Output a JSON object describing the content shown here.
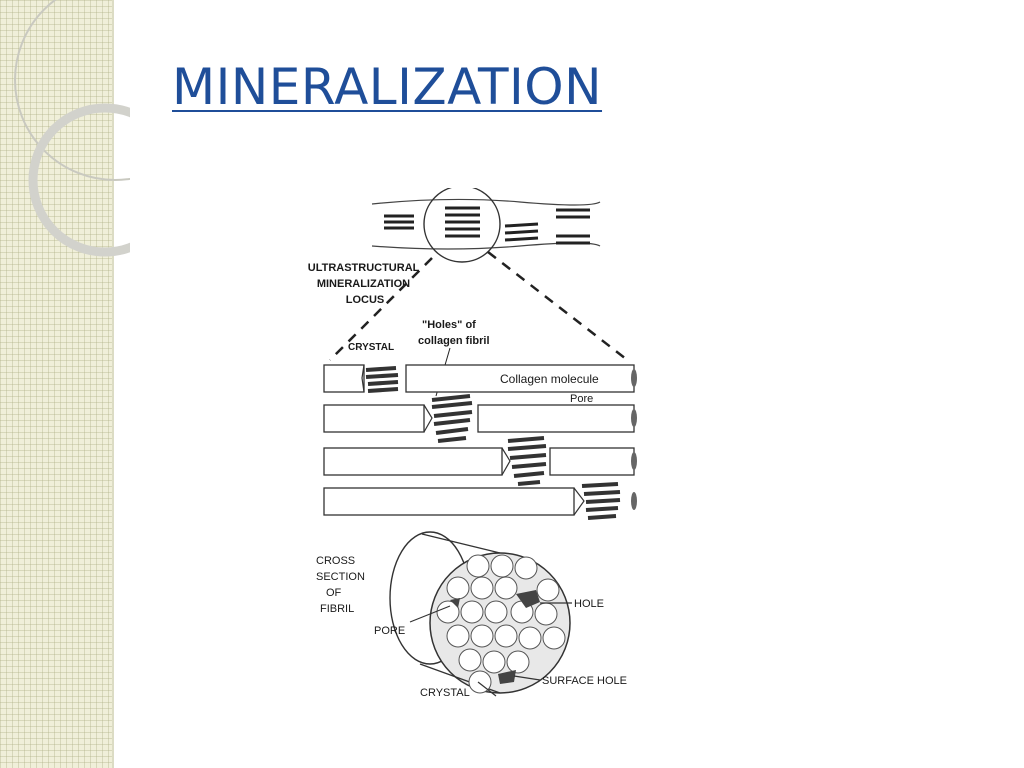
{
  "slide": {
    "title": "MINERALIZATION"
  },
  "diagram": {
    "locus_label": [
      "ULTRASTRUCTURAL",
      "MINERALIZATION",
      "LOCUS"
    ],
    "crystal_label": "CRYSTAL",
    "holes_label": [
      "\"Holes\" of",
      "collagen fibril"
    ],
    "collagen_label": "Collagen molecule",
    "pore_label": "Pore",
    "cross_section_label": [
      "CROSS",
      "SECTION",
      "OF",
      "FIBRIL"
    ],
    "cs_hole_label": "HOLE",
    "cs_pore_label": "PORE",
    "cs_surface_hole_label": "SURFACE HOLE",
    "cs_crystal_label": "CRYSTAL"
  },
  "colors": {
    "title": "#1f4e99",
    "panel": "#f0efd9"
  }
}
